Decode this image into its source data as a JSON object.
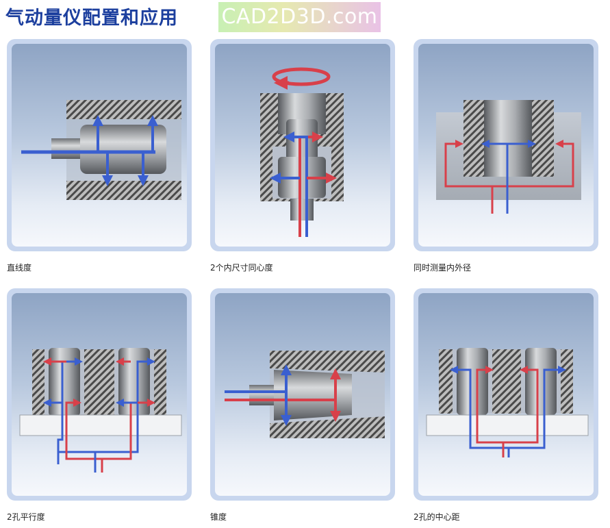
{
  "header": {
    "title": "气动量仪配置和应用",
    "brand": "CAD2D3D.com"
  },
  "panels": [
    {
      "caption": "直线度"
    },
    {
      "caption": "2个内尺寸同心度"
    },
    {
      "caption": "同时测量内外径"
    },
    {
      "caption": "2孔平行度"
    },
    {
      "caption": "锥度"
    },
    {
      "caption": "2孔的中心距"
    }
  ],
  "colors": {
    "title": "#1c3f9e",
    "air_blue": "#3a5fd0",
    "air_red": "#d8404a",
    "panel_frame": "#c8d6ee"
  }
}
